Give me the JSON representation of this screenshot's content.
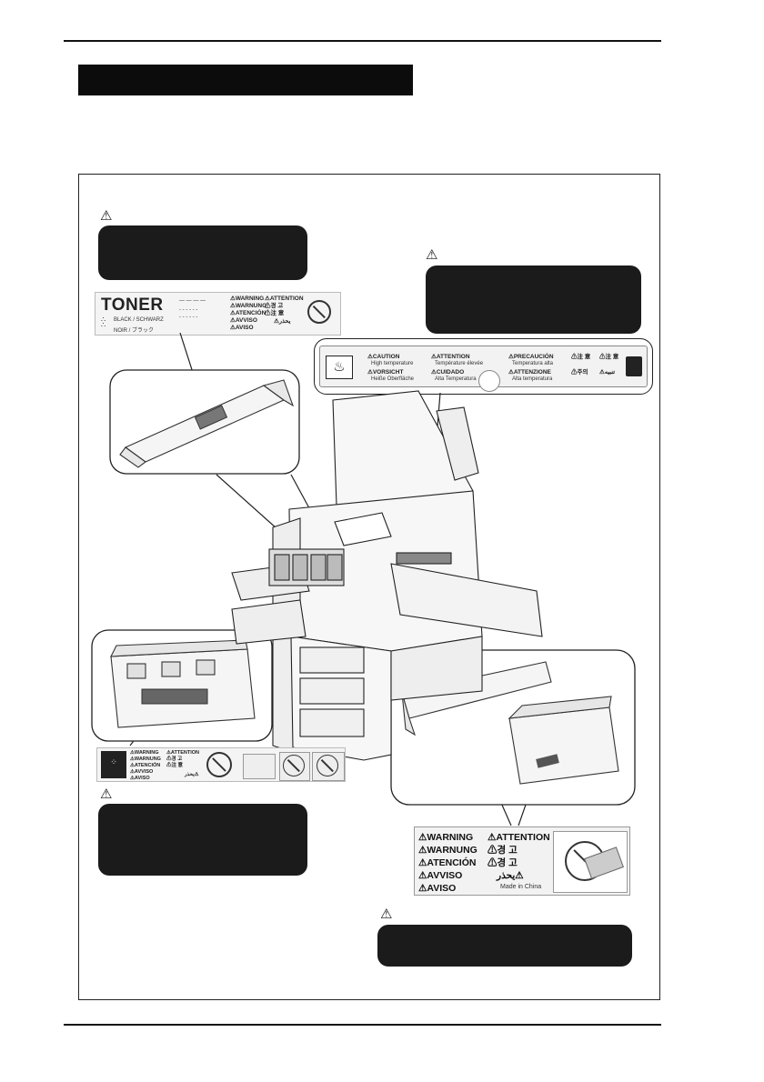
{
  "toner_label": {
    "title": "TONER",
    "color_text": "BLACK / SCHWARZ",
    "color_text_2": "NOIR / ブラック",
    "warnings": [
      "⚠WARNING",
      "⚠WARNUNG",
      "⚠ATENCIÓN",
      "⚠AVVISO",
      "⚠AVISO"
    ],
    "warnings_right": [
      "⚠ATTENTION",
      "⚠경 고",
      "⚠注 意",
      "⚠يحذر"
    ]
  },
  "heat_label": {
    "col1": [
      "⚠CAUTION",
      "⚠VORSICHT"
    ],
    "col1_sub": [
      "High temperature",
      "Heiße Oberfläche"
    ],
    "col2": [
      "⚠ATTENTION",
      "⚠CUIDADO"
    ],
    "col2_sub": [
      "Température élevée",
      "Alta Temperatura"
    ],
    "col3": [
      "⚠PRECAUCIÓN",
      "⚠ATTENZIONE"
    ],
    "col3_sub": [
      "Temperatura alta",
      "Alta temperatura"
    ],
    "col4": [
      "⚠注 意",
      "⚠주의"
    ],
    "col5": [
      "⚠注 意",
      "⚠تنبيه"
    ]
  },
  "waste_label": {
    "warnings": [
      "⚠WARNING",
      "⚠WARNUNG",
      "⚠ATENCIÓN",
      "⚠AVVISO",
      "⚠AVISO"
    ],
    "warnings_right": [
      "⚠ATTENTION",
      "⚠경 고",
      "⚠注 意",
      "يحذر⚠"
    ]
  },
  "drum_label": {
    "left": [
      "⚠WARNING",
      "⚠WARNUNG",
      "⚠ATENCIÓN",
      "⚠AVVISO",
      "⚠AVISO"
    ],
    "right": [
      "⚠ATTENTION",
      "⚠경 고",
      "⚠경 고",
      "يحذر⚠"
    ],
    "made_in": "Made in China"
  },
  "warning_symbol": "⚠"
}
